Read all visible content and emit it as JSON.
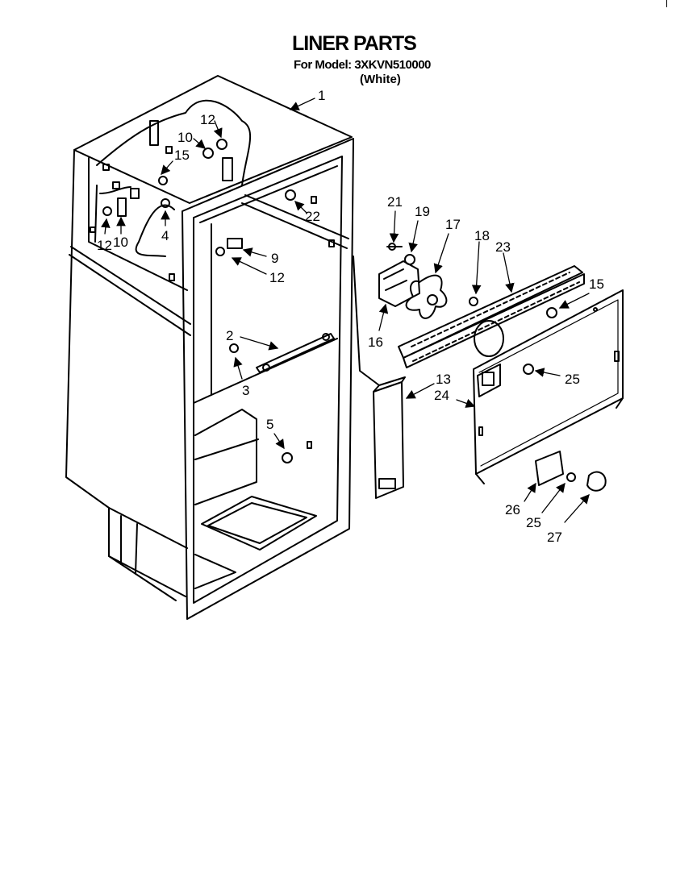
{
  "title": "LINER PARTS",
  "subtitle": "For Model: 3XKVN510000",
  "variant": "(White)",
  "callouts": {
    "c1": "1",
    "c2": "2",
    "c3": "3",
    "c4": "4",
    "c5": "5",
    "c9": "9",
    "c10a": "10",
    "c10b": "10",
    "c12a": "12",
    "c12b": "12",
    "c12c": "12",
    "c13": "13",
    "c15a": "15",
    "c15b": "15",
    "c16": "16",
    "c17": "17",
    "c18": "18",
    "c19": "19",
    "c21": "21",
    "c22": "22",
    "c23": "23",
    "c24": "24",
    "c25a": "25",
    "c25b": "25",
    "c26": "26",
    "c27": "27"
  }
}
